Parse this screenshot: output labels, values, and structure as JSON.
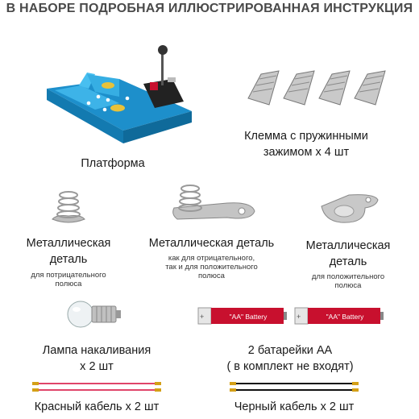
{
  "title": "В НАБОРЕ ПОДРОБНАЯ ИЛЛЮСТРИРОВАННАЯ ИНСТРУКЦИЯ",
  "items": {
    "platform": {
      "label": "Платформа"
    },
    "spring_clip": {
      "label_line1": "Клемма с пружинными",
      "label_line2": "зажимом x 4 шт"
    },
    "metal_negative": {
      "label_line1": "Металлическая",
      "label_line2": "деталь",
      "sub_line1": "для потрицательного",
      "sub_line2": "полюса"
    },
    "metal_both": {
      "label_line1": "Металлическая деталь",
      "sub_line1": "как для отрицательного,",
      "sub_line2": "так и для положительного",
      "sub_line3": "полюса"
    },
    "metal_positive": {
      "label_line1": "Металлическая",
      "label_line2": "деталь",
      "sub_line1": "для положительного",
      "sub_line2": "полюса"
    },
    "lamp": {
      "label_line1": "Лампа накаливания",
      "label_line2": "x 2 шт"
    },
    "batteries": {
      "label_line1": "2 батарейки AA",
      "label_line2": "( в комплект не входят)",
      "battery_text": "\"AA\" Battery"
    },
    "red_cable": {
      "label": "Красный кабель x 2 шт"
    },
    "black_cable": {
      "label": "Черный кабель x 2 шт"
    }
  },
  "colors": {
    "platform_blue": "#2a9fd8",
    "battery_red": "#c8102e",
    "cable_red": "#e0456a",
    "cable_black": "#111111"
  }
}
